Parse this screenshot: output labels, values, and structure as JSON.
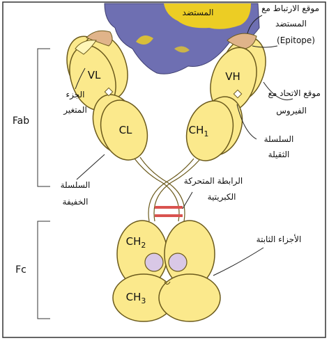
{
  "labels": {
    "antigen": "المستضد",
    "antigen_binding_site_line1": "موقع الارتباط مع",
    "antigen_binding_site_line2": "المستضد",
    "epitope": "(Epitope)",
    "virus_binding_site_line1": "موقع الاتحاد مع",
    "virus_binding_site_line2": "الفيروس",
    "variable_part_line1": "الجزء",
    "variable_part_line2": "المتغير",
    "heavy_chain_line1": "السلسلة",
    "heavy_chain_line2": "الثقيلة",
    "light_chain_line1": "السلسلة",
    "light_chain_line2": "الخفيفة",
    "hinge_line1": "الرابطة المتحركة",
    "hinge_line2": "الكبريتية",
    "constant_parts": "الأجزاء الثابتة",
    "VL": "VL",
    "VH": "VH",
    "CL": "CL",
    "CH1_main": "CH",
    "CH1_sub": "1",
    "CH2_main": "CH",
    "CH2_sub": "2",
    "CH3_main": "CH",
    "CH3_sub": "3",
    "Fab": "Fab",
    "Fc": "Fc"
  },
  "colors": {
    "domain_fill": "#fbe98c",
    "domain_stroke": "#6b5a1c",
    "antigen_blue": "#6e6fb2",
    "antigen_yellow": "#f2d21c",
    "epitope": "#e0b48a",
    "disulfide": "#d9534f",
    "carbohydrate": "#d9c8e6",
    "frame": "#333333"
  }
}
